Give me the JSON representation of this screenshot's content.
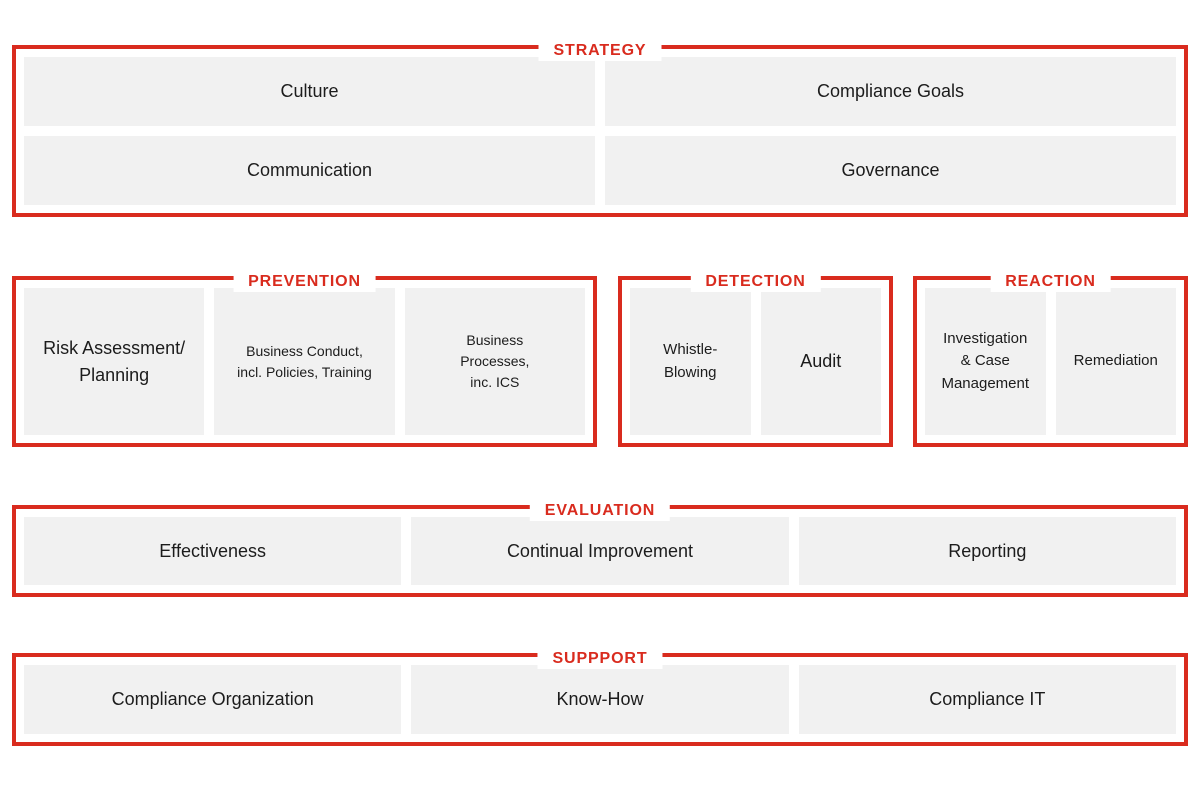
{
  "colors": {
    "accent": "#D92B1E",
    "box_bg": "#F1F1F1",
    "text": "#1C1C1C",
    "background": "#FFFFFF"
  },
  "sections": {
    "strategy": {
      "title": "STRATEGY",
      "items": [
        {
          "label": "Culture"
        },
        {
          "label": "Compliance Goals"
        },
        {
          "label": "Communication"
        },
        {
          "label": "Governance"
        }
      ]
    },
    "prevention": {
      "title": "PREVENTION",
      "items": [
        {
          "label": "Risk Assessment/\nPlanning"
        },
        {
          "label": "Business Conduct,\nincl. Policies, Training"
        },
        {
          "label": "Business\nProcesses,\ninc. ICS"
        }
      ]
    },
    "detection": {
      "title": "DETECTION",
      "items": [
        {
          "label": "Whistle-\nBlowing"
        },
        {
          "label": "Audit"
        }
      ]
    },
    "reaction": {
      "title": "REACTION",
      "items": [
        {
          "label": "Investigation\n& Case\nManagement"
        },
        {
          "label": "Remediation"
        }
      ]
    },
    "evaluation": {
      "title": "EVALUATION",
      "items": [
        {
          "label": "Effectiveness"
        },
        {
          "label": "Continual Improvement"
        },
        {
          "label": "Reporting"
        }
      ]
    },
    "suppport": {
      "title": "SUPPPORT",
      "items": [
        {
          "label": "Compliance Organization"
        },
        {
          "label": "Know-How"
        },
        {
          "label": "Compliance IT"
        }
      ]
    }
  }
}
